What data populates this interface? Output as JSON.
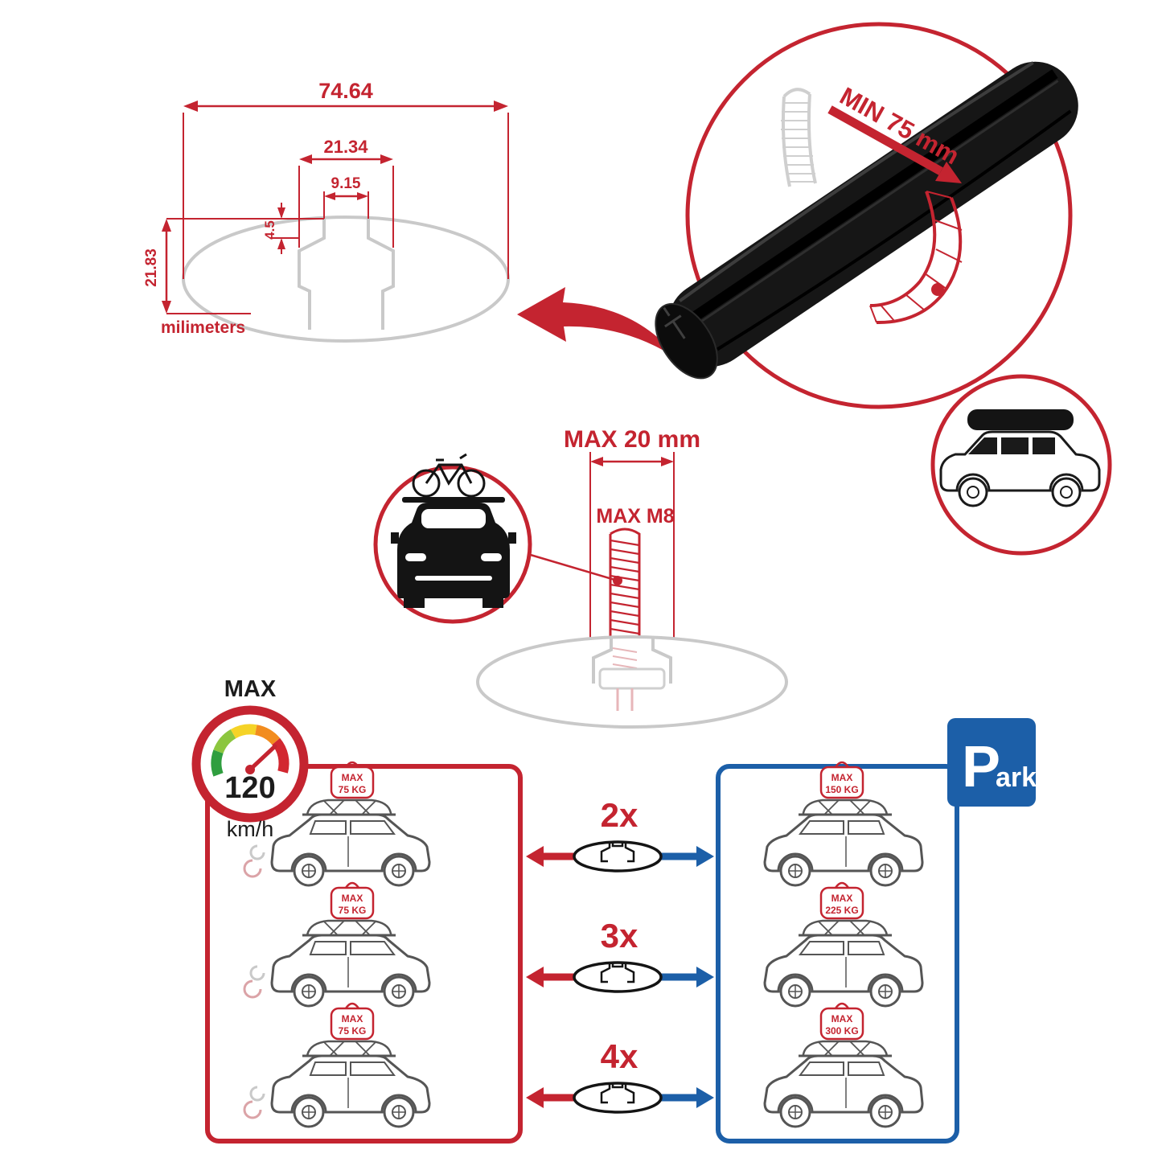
{
  "colors": {
    "red": "#c42430",
    "blue": "#1c5fa8",
    "gray": "#c9c9c9",
    "black": "#141414"
  },
  "cross_section": {
    "total_width": "74.64",
    "slot_outer_width": "21.34",
    "slot_opening": "9.15",
    "slot_depth": "4.5",
    "total_height": "21.83",
    "units": "milimeters"
  },
  "clamp": {
    "min_clearance": "MIN 75 mm"
  },
  "bolt": {
    "max_length": "MAX 20 mm",
    "max_thread": "MAX M8"
  },
  "speed_limit": {
    "label": "MAX",
    "value": "120",
    "unit": "km/h"
  },
  "park_sign": {
    "letter": "P",
    "suffix": "ark"
  },
  "load_rows": [
    {
      "multiplier": "2x",
      "left_label": "MAX",
      "left_value": "75 KG",
      "right_label": "MAX",
      "right_value": "150 KG"
    },
    {
      "multiplier": "3x",
      "left_label": "MAX",
      "left_value": "75 KG",
      "right_label": "MAX",
      "right_value": "225 KG"
    },
    {
      "multiplier": "4x",
      "left_label": "MAX",
      "left_value": "75 KG",
      "right_label": "MAX",
      "right_value": "300 KG"
    }
  ],
  "icons": [
    "crossbar-cross-section-icon",
    "crossbar-3d-icon",
    "clamp-hook-icon",
    "suv-roofbox-icon",
    "car-bike-icon",
    "t-bolt-icon",
    "speedometer-icon",
    "crossbar-end-icon",
    "park-sign-icon",
    "suv-load-icon"
  ]
}
